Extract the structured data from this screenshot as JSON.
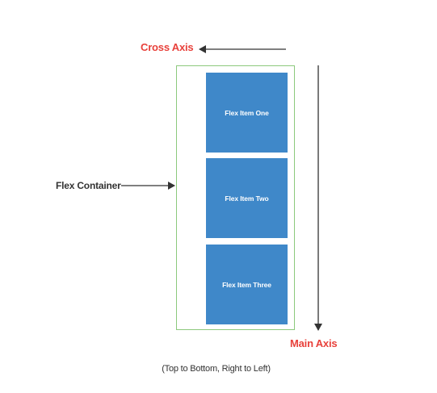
{
  "diagram": {
    "cross_axis_label": "Cross Axis",
    "main_axis_label": "Main Axis",
    "container_label": "Flex Container",
    "caption": "(Top to Bottom, Right to Left)",
    "items": [
      {
        "label": "Flex Item One"
      },
      {
        "label": "Flex Item Two"
      },
      {
        "label": "Flex Item Three"
      }
    ],
    "colors": {
      "axis_label": "#e8413b",
      "item_fill": "#3f88c9",
      "container_border": "#8cc97d",
      "text": "#333333",
      "arrow": "#333333"
    }
  }
}
